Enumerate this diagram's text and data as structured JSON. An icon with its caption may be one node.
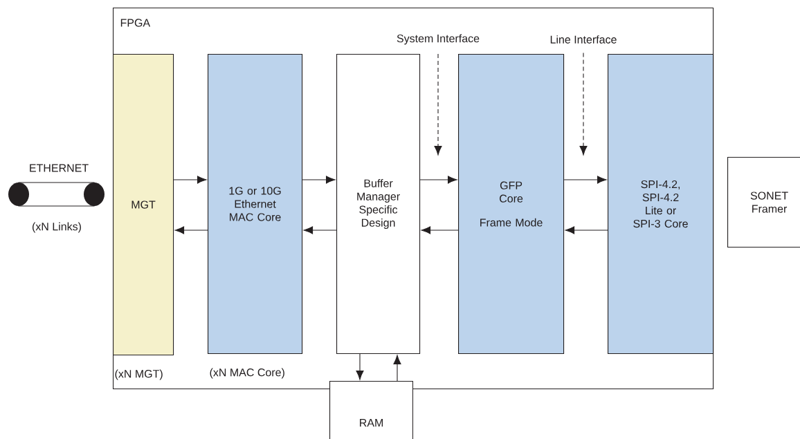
{
  "diagram": {
    "nodes": [
      {
        "text": [
          "FPGA"
        ]
      },
      {
        "text": [
          "System Interface"
        ],
        "in": 0
      },
      {
        "text": [
          "Line Interface"
        ],
        "in": 0
      },
      {
        "text": [
          "MGT"
        ],
        "in": 0,
        "beside": [
          "(xN MGT)"
        ]
      },
      {
        "text": [
          "1G or 10G Ethernet MAC Core"
        ],
        "in": 0,
        "beside": [
          "(xN MAC Core)"
        ]
      },
      {
        "text": [
          "Buffer Manager Specific Design"
        ],
        "in": 0
      },
      {
        "text": [
          "GFP Core",
          "Frame Mode"
        ],
        "in": 0
      },
      {
        "text": [
          "SPI-4.2, SPI-4.2 Lite or SPI-3 Core"
        ],
        "in": 0
      },
      {
        "text": [
          "SONET Framer"
        ]
      },
      {
        "text": [
          "RAM"
        ]
      }
    ],
    "edges": [
      {
        "from": 3,
        "to": 4,
        "arrow": "to"
      },
      {
        "from": 4,
        "to": 3,
        "arrow": "to"
      },
      {
        "from": 4,
        "to": 5,
        "arrow": "to"
      },
      {
        "from": 5,
        "to": 4,
        "arrow": "to"
      },
      {
        "from": 5,
        "to": 6,
        "arrow": "to"
      },
      {
        "from": 6,
        "to": 5,
        "arrow": "to"
      },
      {
        "from": 6,
        "to": 7,
        "arrow": "to"
      },
      {
        "from": 7,
        "to": 6,
        "arrow": "to"
      },
      {
        "from": 5,
        "to": 9,
        "arrow": "to"
      },
      {
        "from": 9,
        "to": 5,
        "arrow": "to"
      },
      {
        "from": 1,
        "to": null,
        "arrow": "to",
        "style": "dashed"
      },
      {
        "from": 2,
        "to": null,
        "arrow": "to",
        "style": "dashed"
      }
    ],
    "labels": [
      "ETHERNET",
      "(xN Links)"
    ]
  }
}
